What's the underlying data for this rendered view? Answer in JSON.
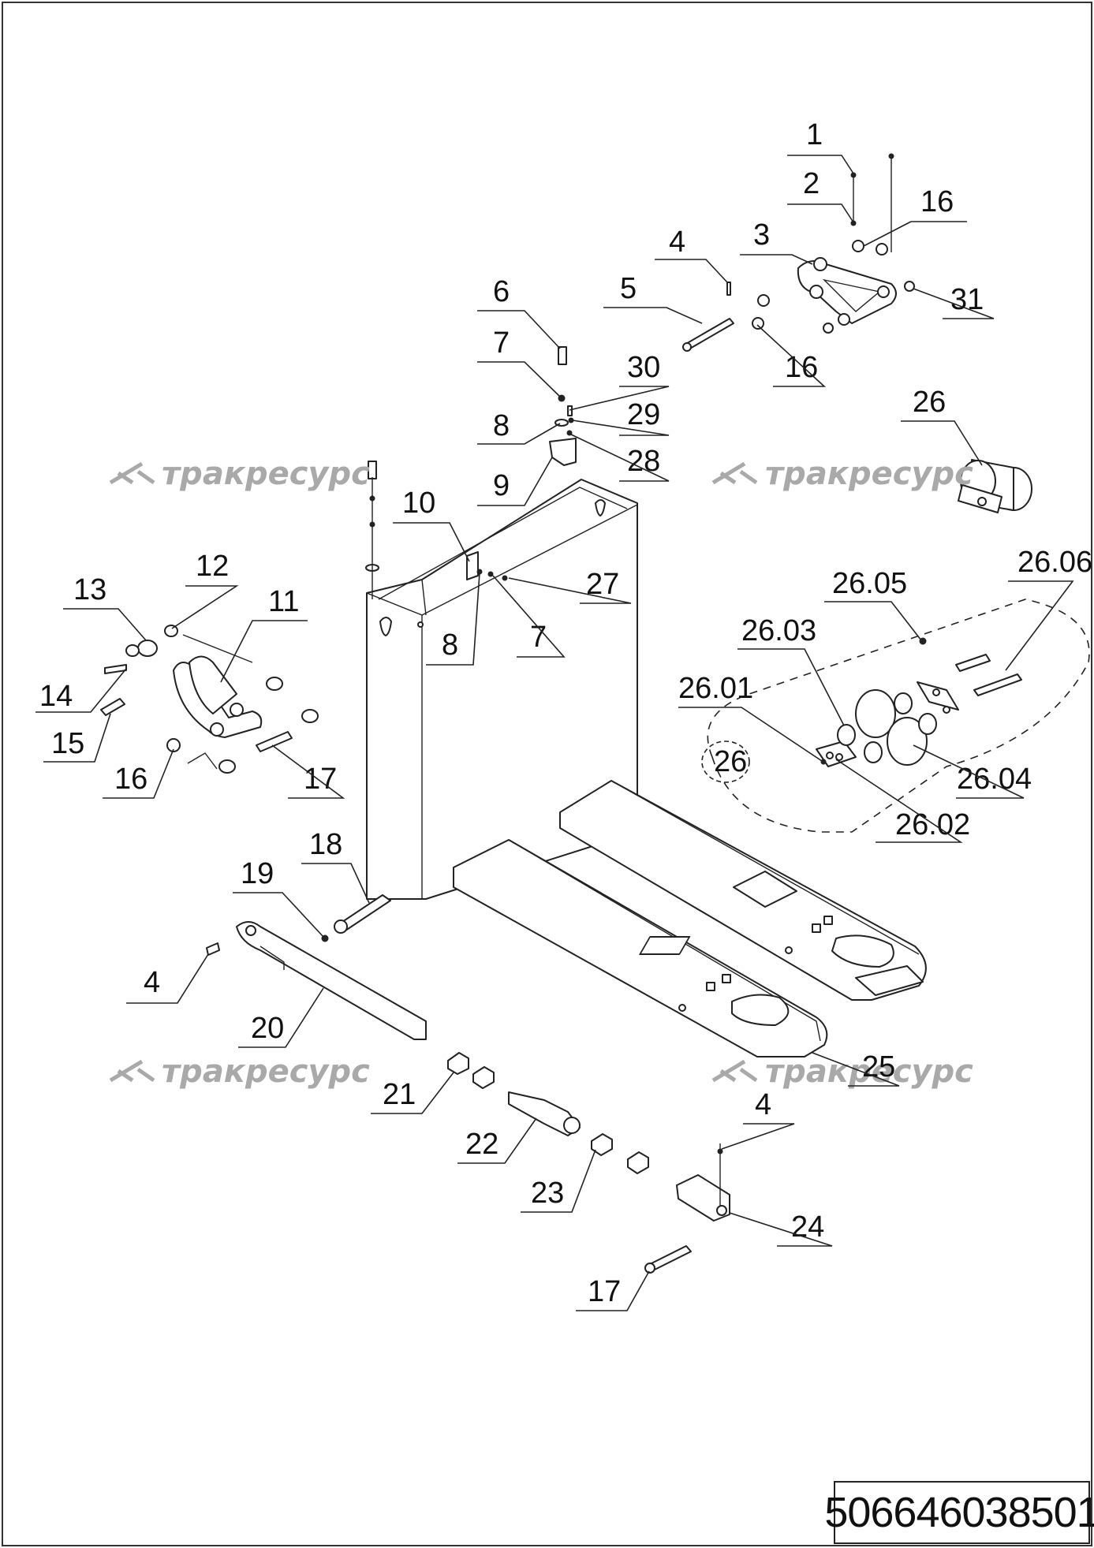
{
  "watermark": {
    "text": "тракресурс"
  },
  "document_number": "506646038501",
  "callouts": [
    {
      "id": "c1",
      "text": "1"
    },
    {
      "id": "c2",
      "text": "2"
    },
    {
      "id": "c3",
      "text": "3"
    },
    {
      "id": "c4a",
      "text": "4"
    },
    {
      "id": "c5",
      "text": "5"
    },
    {
      "id": "c16a",
      "text": "16"
    },
    {
      "id": "c16b",
      "text": "16"
    },
    {
      "id": "c31",
      "text": "31"
    },
    {
      "id": "c6",
      "text": "6"
    },
    {
      "id": "c7a",
      "text": "7"
    },
    {
      "id": "c30",
      "text": "30"
    },
    {
      "id": "c8a",
      "text": "8"
    },
    {
      "id": "c29",
      "text": "29"
    },
    {
      "id": "c28",
      "text": "28"
    },
    {
      "id": "c9",
      "text": "9"
    },
    {
      "id": "c26a",
      "text": "26"
    },
    {
      "id": "c10",
      "text": "10"
    },
    {
      "id": "c27",
      "text": "27"
    },
    {
      "id": "c8b",
      "text": "8"
    },
    {
      "id": "c7b",
      "text": "7"
    },
    {
      "id": "c12",
      "text": "12"
    },
    {
      "id": "c13",
      "text": "13"
    },
    {
      "id": "c11",
      "text": "11"
    },
    {
      "id": "c14",
      "text": "14"
    },
    {
      "id": "c15",
      "text": "15"
    },
    {
      "id": "c16c",
      "text": "16"
    },
    {
      "id": "c17a",
      "text": "17"
    },
    {
      "id": "c2605",
      "text": "26.05"
    },
    {
      "id": "c2606",
      "text": "26.06"
    },
    {
      "id": "c2603",
      "text": "26.03"
    },
    {
      "id": "c2601",
      "text": "26.01"
    },
    {
      "id": "c26b",
      "text": "26"
    },
    {
      "id": "c2604",
      "text": "26.04"
    },
    {
      "id": "c2602",
      "text": "26.02"
    },
    {
      "id": "c18",
      "text": "18"
    },
    {
      "id": "c19",
      "text": "19"
    },
    {
      "id": "c4b",
      "text": "4"
    },
    {
      "id": "c20",
      "text": "20"
    },
    {
      "id": "c21",
      "text": "21"
    },
    {
      "id": "c25",
      "text": "25"
    },
    {
      "id": "c22",
      "text": "22"
    },
    {
      "id": "c4c",
      "text": "4"
    },
    {
      "id": "c23",
      "text": "23"
    },
    {
      "id": "c24",
      "text": "24"
    },
    {
      "id": "c17b",
      "text": "17"
    }
  ]
}
